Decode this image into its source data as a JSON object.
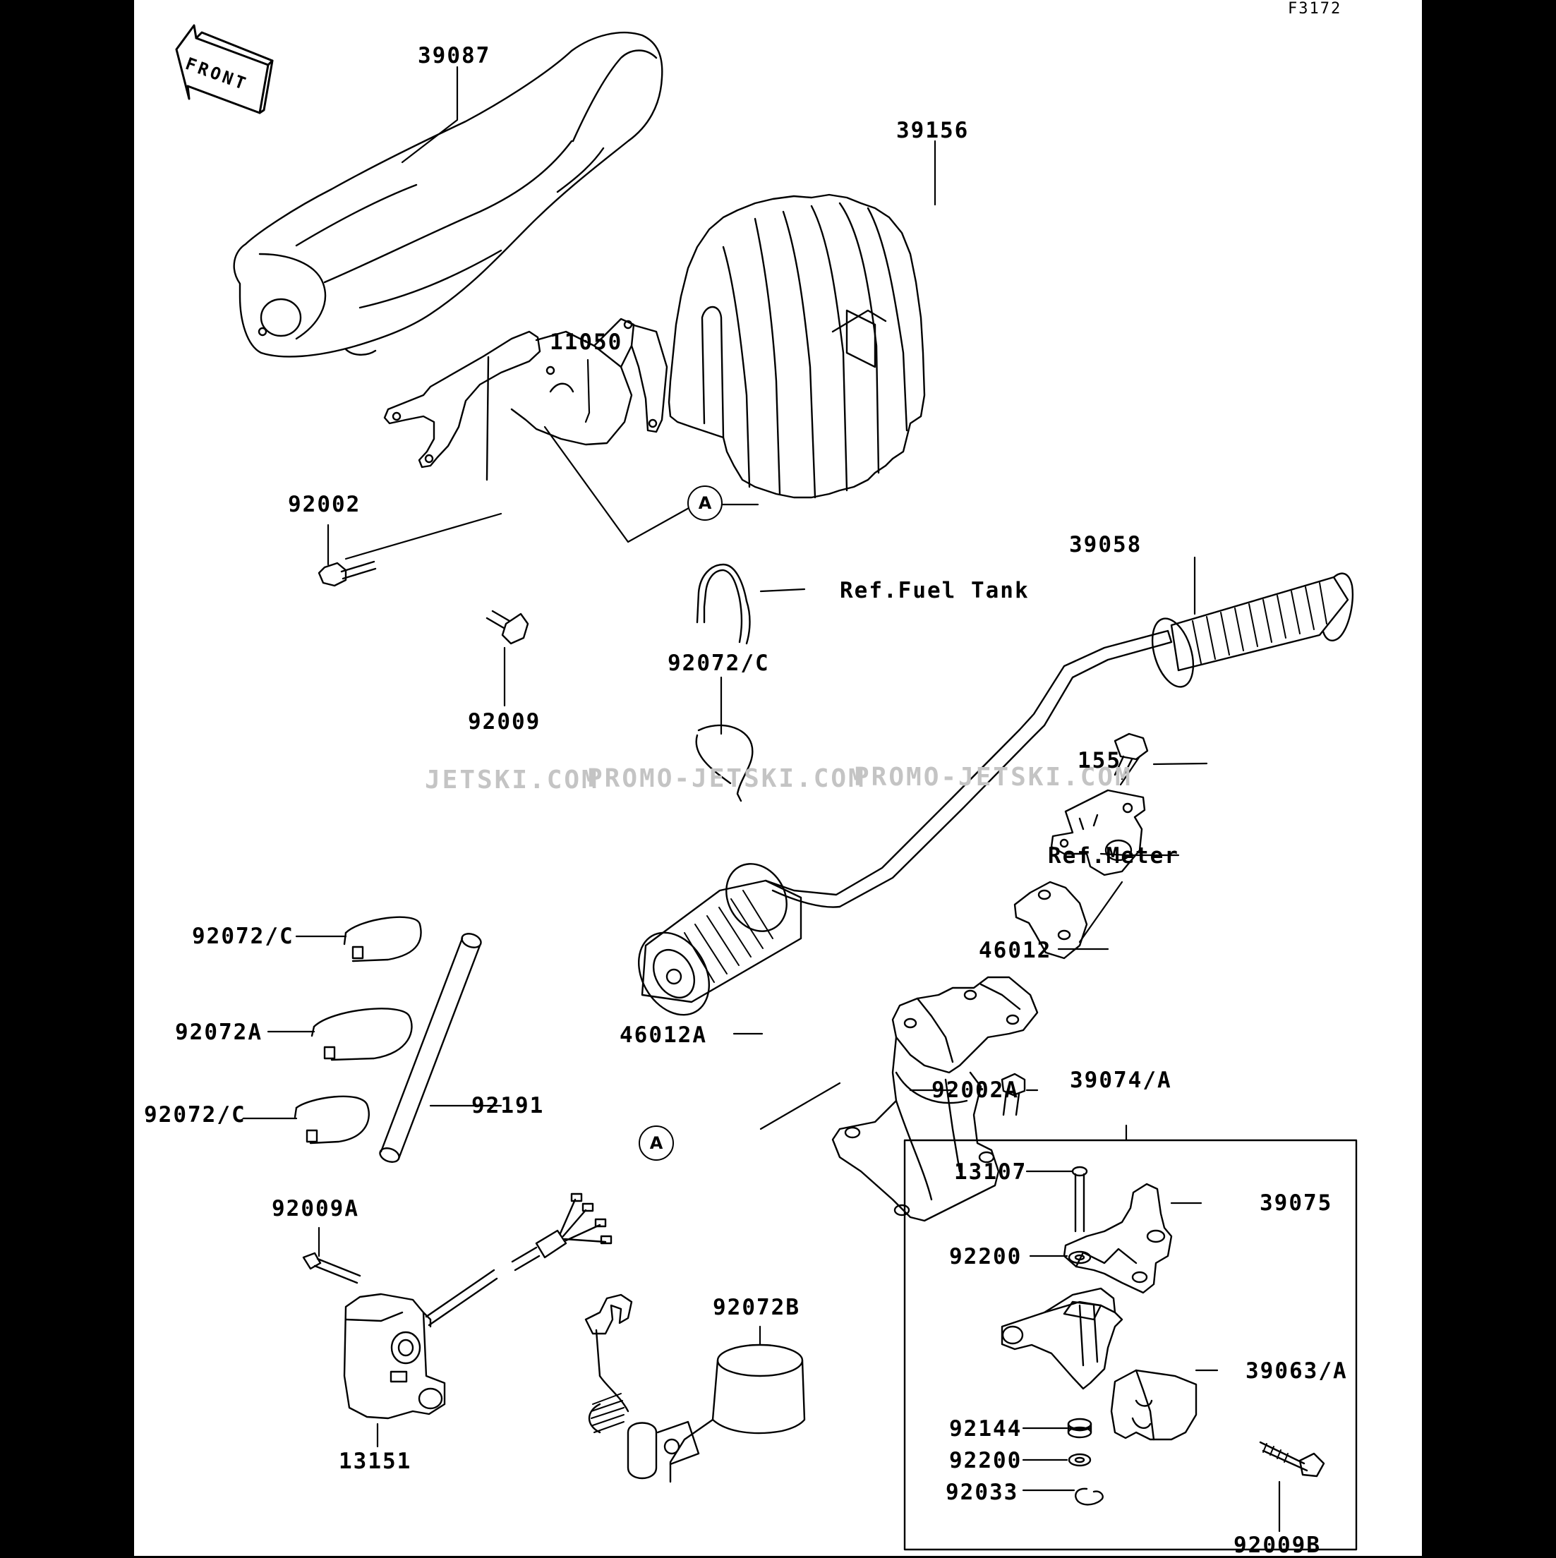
{
  "figure_code": "F3172",
  "front_label": "FRONT",
  "callout_letter": "A",
  "watermarks": [
    "JETSKI.COM",
    "PROMO-JETSKI.COM",
    "PROMO-JETSKI.COM"
  ],
  "parts": {
    "p39087": "39087",
    "p39156": "39156",
    "p11050": "11050",
    "p92002": "92002",
    "p92009": "92009",
    "p39058": "39058",
    "ref_fuel_tank": "Ref.Fuel Tank",
    "p92072c_top": "92072/C",
    "p155": "155",
    "ref_meter": "Ref.Meter",
    "p92072c_left1": "92072/C",
    "p46012": "46012",
    "p92072a": "92072A",
    "p46012a": "46012A",
    "p92191": "92191",
    "p92002a": "92002A",
    "p39074a": "39074/A",
    "p92072c_left2": "92072/C",
    "p92009a": "92009A",
    "p13107": "13107",
    "p39075": "39075",
    "p92200_top": "92200",
    "p92072b": "92072B",
    "p39063a": "39063/A",
    "p92144": "92144",
    "p13151": "13151",
    "p92200_bot": "92200",
    "p92033": "92033",
    "p92009b": "92009B"
  }
}
